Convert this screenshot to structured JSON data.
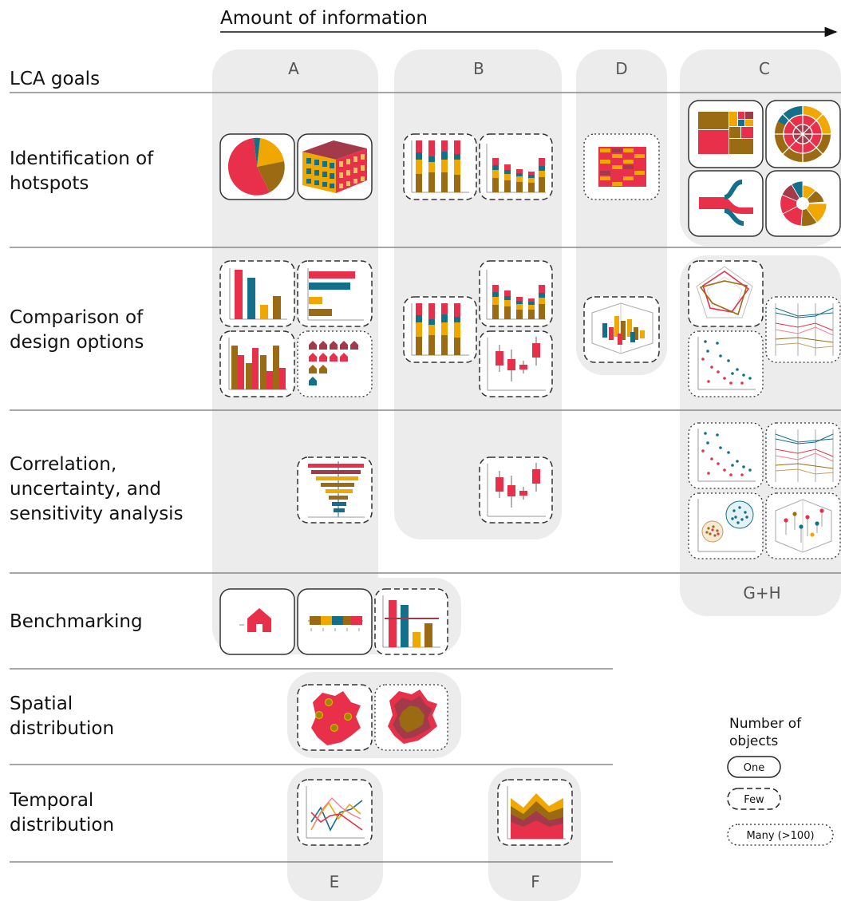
{
  "header": {
    "axis_title": "Amount of information"
  },
  "goals_heading": "LCA goals",
  "goals": [
    {
      "lines": [
        "Identification of",
        "hotspots"
      ]
    },
    {
      "lines": [
        "Comparison of",
        "design options"
      ]
    },
    {
      "lines": [
        "Correlation,",
        "uncertainty, and",
        "sensitivity analysis"
      ]
    },
    {
      "lines": [
        "Benchmarking"
      ]
    },
    {
      "lines": [
        "Spatial",
        "distribution"
      ]
    },
    {
      "lines": [
        "Temporal",
        "distribution"
      ]
    }
  ],
  "columns": {
    "A": "A",
    "B": "B",
    "D": "D",
    "C": "C",
    "GH": "G+H",
    "E": "E",
    "F": "F"
  },
  "legend": {
    "title_line1": "Number of",
    "title_line2": "objects",
    "one": "One",
    "few": "Few",
    "many": "Many (>100)"
  },
  "colors": {
    "red": "#e8304a",
    "gold": "#f0a800",
    "brown": "#9a6b12",
    "teal": "#13708a",
    "maroon": "#a33a4a",
    "band": "#ececec",
    "line": "#888888"
  }
}
